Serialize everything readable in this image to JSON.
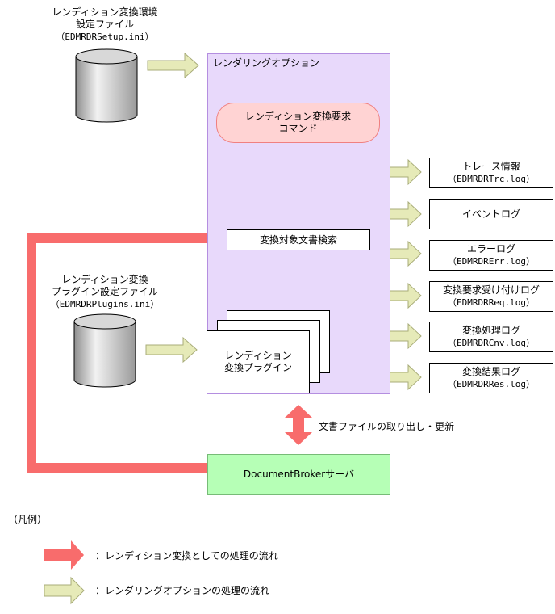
{
  "settings_file": {
    "line1": "レンディション変換環境",
    "line2": "設定ファイル",
    "line3": "（EDMRDRSetup.ini）"
  },
  "plugin_settings_file": {
    "line1": "レンディション変換",
    "line2": "プラグイン設定ファイル",
    "line3": "（EDMRDRPlugins.ini）"
  },
  "rendering_option": {
    "title": "レンダリングオプション",
    "request_command": {
      "line1": "レンディション変換要求",
      "line2": "コマンド"
    },
    "document_search": "変換対象文書検索",
    "plugin": {
      "line1": "レンディション",
      "line2": "変換プラグイン"
    }
  },
  "logs": [
    {
      "name": "トレース情報",
      "file": "（EDMRDRTrc.log）"
    },
    {
      "name": "イベントログ",
      "file": ""
    },
    {
      "name": "エラーログ",
      "file": "（EDMRDRErr.log）"
    },
    {
      "name": "変換要求受け付けログ",
      "file": "（EDMRDRReq.log）"
    },
    {
      "name": "変換処理ログ",
      "file": "（EDMRDRCnv.log）"
    },
    {
      "name": "変換結果ログ",
      "file": "（EDMRDRRes.log）"
    }
  ],
  "doc_io_label": "文書ファイルの取り出し・更新",
  "server_label": "DocumentBrokerサーバ",
  "legend": {
    "title": "（凡例）",
    "rendition_flow": "：レンディション変換としての処理の流れ",
    "option_flow": "：レンダリングオプションの処理の流れ"
  },
  "colors": {
    "red_arrow": "#f86c6c",
    "yellow_arrow": "#e6eab8",
    "panel": "#e8d9fb",
    "server": "#b6ffb6"
  }
}
